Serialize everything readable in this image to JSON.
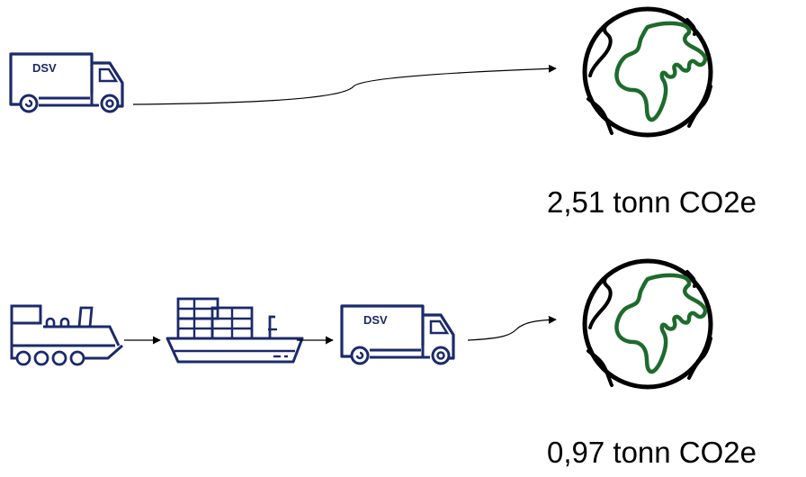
{
  "scenarios": [
    {
      "chain": [
        "truck"
      ],
      "truck_logo": "DSV",
      "emission_text": "2,51 tonn CO2e"
    },
    {
      "chain": [
        "train",
        "ship",
        "truck"
      ],
      "truck_logo": "DSV",
      "emission_text": "0,97 tonn CO2e"
    }
  ],
  "colors": {
    "vehicle_stroke": "#1b2a6b",
    "globe_outline": "#000000",
    "continent": "#1e6b2d",
    "arrow": "#000000"
  },
  "icons": [
    "truck-icon",
    "train-icon",
    "cargo-ship-icon",
    "globe-icon",
    "arrow-icon"
  ]
}
